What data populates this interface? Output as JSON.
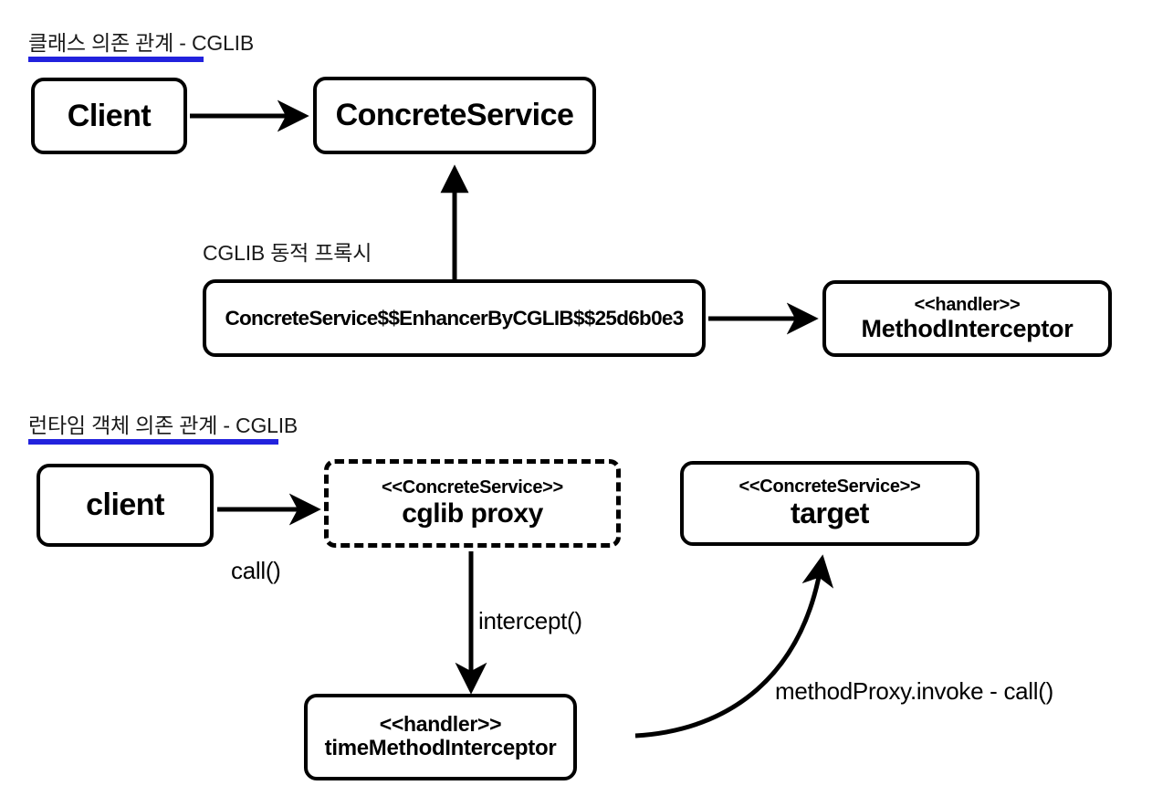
{
  "diagram": {
    "title_class_section": "클래스 의존 관계 - CGLIB",
    "title_runtime_section": "런타임 객체 의존 관계 - CGLIB",
    "underline_color": "#2222dd",
    "stroke_color": "#000000",
    "background_color": "#ffffff"
  },
  "class_section": {
    "client": {
      "label": "Client"
    },
    "concrete_service": {
      "label": "ConcreteService"
    },
    "proxy_caption": "CGLIB 동적 프록시",
    "proxy_class": {
      "label": "ConcreteService$$EnhancerByCGLIB$$25d6b0e3"
    },
    "method_interceptor": {
      "stereotype": "<<handler>>",
      "label": "MethodInterceptor"
    }
  },
  "runtime_section": {
    "client": {
      "label": "client"
    },
    "cglib_proxy": {
      "stereotype": "<<ConcreteService>>",
      "label": "cglib proxy"
    },
    "target": {
      "stereotype": "<<ConcreteService>>",
      "label": "target"
    },
    "time_method_interceptor": {
      "stereotype": "<<handler>>",
      "label": "timeMethodInterceptor"
    },
    "edges": {
      "client_to_proxy": "call()",
      "proxy_to_interceptor": "intercept()",
      "interceptor_to_target": "methodProxy.invoke - call()"
    }
  }
}
